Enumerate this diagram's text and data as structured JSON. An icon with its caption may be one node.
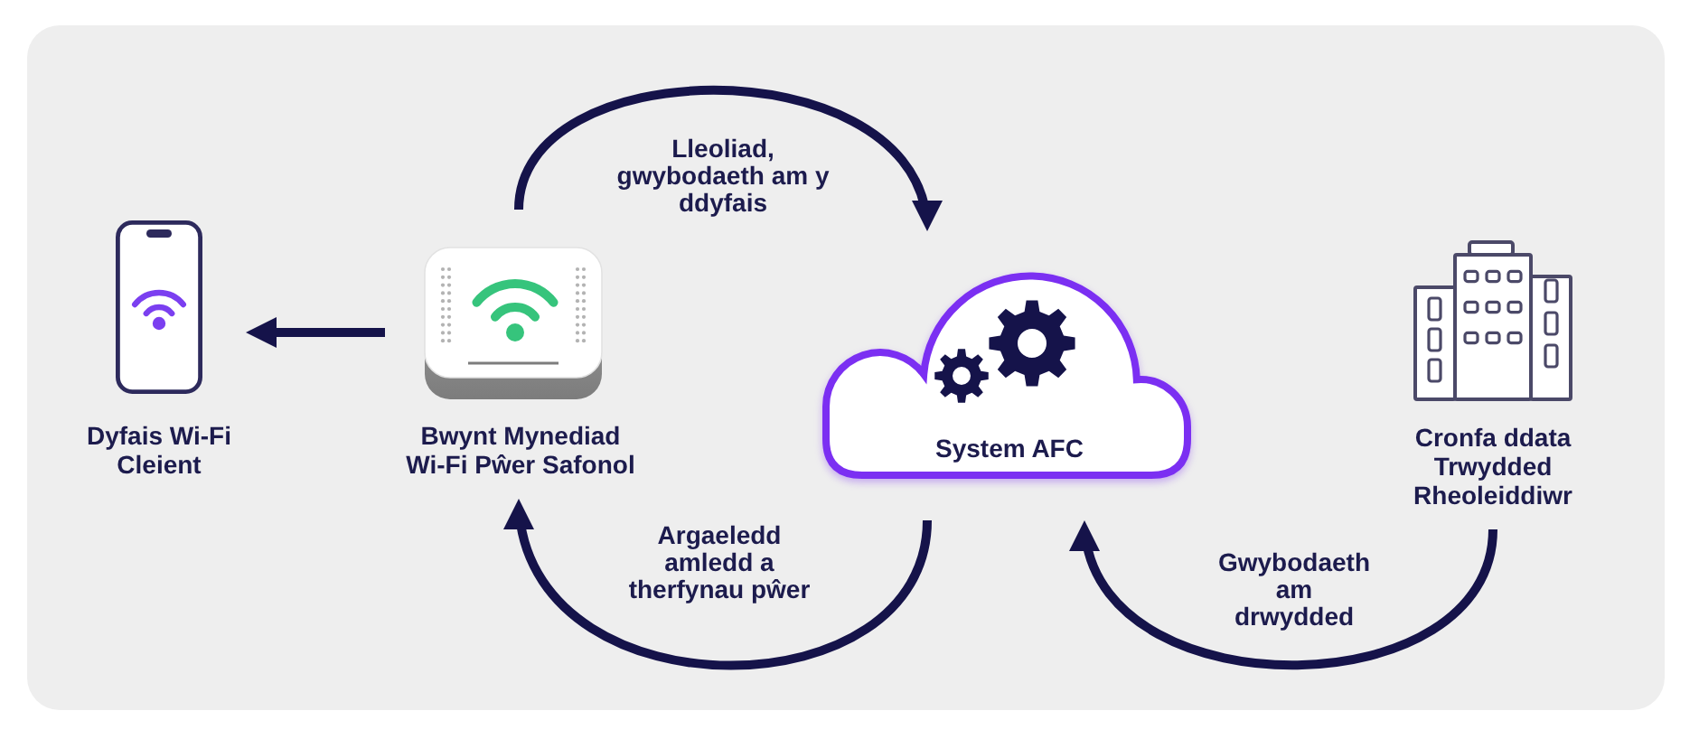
{
  "diagram": {
    "nodes": [
      {
        "text": [
          "Dyfais Wi-Fi Cleient"
        ]
      },
      {
        "text": [
          "Bwynt Mynediad Wi-Fi Pŵer Safonol"
        ]
      },
      {
        "text": [
          "System AFC"
        ]
      },
      {
        "text": [
          "Cronfa ddata Trwydded Rheoleiddiwr"
        ]
      }
    ],
    "edges": [
      {
        "from": 1,
        "to": 0,
        "arrow": "to"
      },
      {
        "from": 1,
        "to": 2,
        "arrow": "to",
        "label": "Lleoliad, gwybodaeth am y ddyfais"
      },
      {
        "from": 2,
        "to": 1,
        "arrow": "to",
        "label": "Argaeledd amledd a therfynau pŵer"
      },
      {
        "from": 3,
        "to": 2,
        "arrow": "to",
        "label": "Gwybodaeth am drwydded"
      }
    ]
  }
}
